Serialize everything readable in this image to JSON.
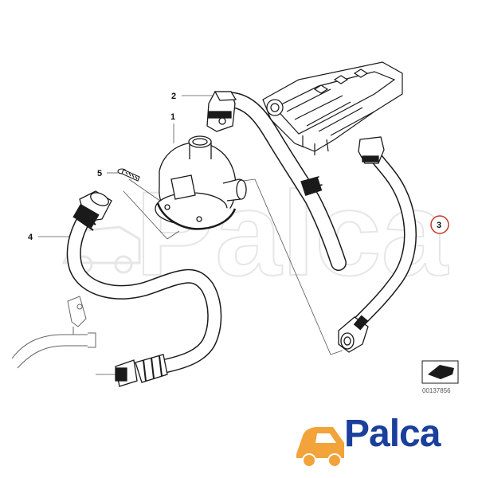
{
  "callouts": {
    "c1": "1",
    "c2": "2",
    "c3": "3",
    "c4": "4",
    "c5": "5"
  },
  "part_number": "00137856",
  "watermark_text": "Palca",
  "logo": {
    "text": "Palca",
    "color": "#1a3f9c",
    "accent": "#f2a33a"
  },
  "colors": {
    "line": "#1a1a1a",
    "hose": "#ffffff",
    "highlight_circle": "#c0392b"
  }
}
